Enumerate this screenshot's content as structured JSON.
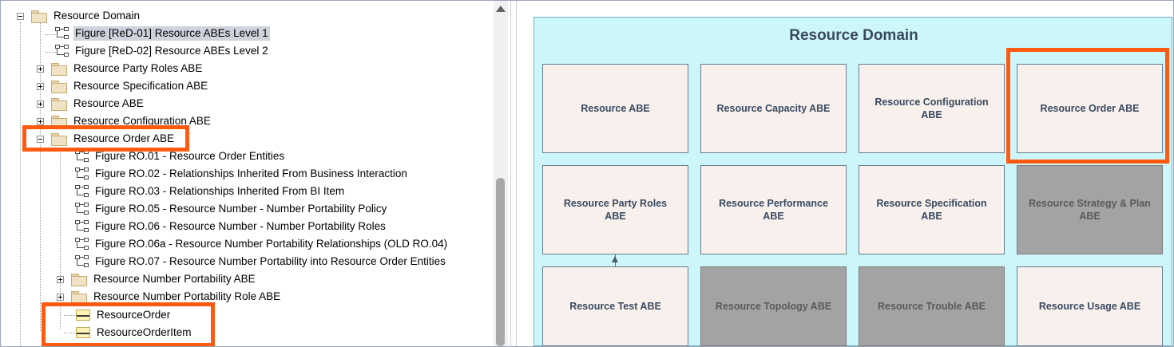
{
  "tree": {
    "nodes": [
      {
        "label": "Resource Domain",
        "type": "folder",
        "expander": "minus"
      },
      {
        "label": "Figure [ReD-01] Resource ABEs Level 1",
        "type": "diagram",
        "selected": true
      },
      {
        "label": "Figure [ReD-02] Resource ABEs Level 2",
        "type": "diagram"
      },
      {
        "label": "Resource Party Roles ABE",
        "type": "folder",
        "expander": "plus"
      },
      {
        "label": "Resource Specification ABE",
        "type": "folder",
        "expander": "plus"
      },
      {
        "label": "Resource ABE",
        "type": "folder",
        "expander": "plus"
      },
      {
        "label": "Resource Configuration ABE",
        "type": "folder",
        "expander": "plus"
      },
      {
        "label": "Resource Order ABE",
        "type": "folder",
        "expander": "minus",
        "highlighted": true
      },
      {
        "label": "Figure RO.01 - Resource Order Entities",
        "type": "diagram"
      },
      {
        "label": "Figure RO.02 - Relationships Inherited From Business Interaction",
        "type": "diagram"
      },
      {
        "label": "Figure RO.03 - Relationships Inherited From BI Item",
        "type": "diagram"
      },
      {
        "label": "Figure RO.05 - Resource Number - Number Portability Policy",
        "type": "diagram"
      },
      {
        "label": "Figure RO.06 - Resource Number - Number Portability Roles",
        "type": "diagram"
      },
      {
        "label": "Figure RO.06a - Resource Number Portability Relationships (OLD RO.04)",
        "type": "diagram"
      },
      {
        "label": "Figure RO.07 - Resource Number Portability into Resource Order Entities",
        "type": "diagram"
      },
      {
        "label": "Resource Number Portability ABE",
        "type": "folder",
        "expander": "plus"
      },
      {
        "label": "Resource Number Portability Role ABE",
        "type": "folder",
        "expander": "plus"
      },
      {
        "label": "ResourceOrder",
        "type": "class",
        "highlighted": true
      },
      {
        "label": "ResourceOrderItem",
        "type": "class",
        "highlighted": true
      }
    ]
  },
  "diagram": {
    "title": "Resource Domain",
    "boxes": [
      {
        "label": "Resource ABE",
        "style": "normal"
      },
      {
        "label": "Resource Capacity ABE",
        "style": "normal"
      },
      {
        "label": "Resource Configuration ABE",
        "style": "normal"
      },
      {
        "label": "Resource Order ABE",
        "style": "normal",
        "highlighted": true
      },
      {
        "label": "Resource Party Roles ABE",
        "style": "normal"
      },
      {
        "label": "Resource Performance ABE",
        "style": "normal"
      },
      {
        "label": "Resource Specification ABE",
        "style": "normal"
      },
      {
        "label": "Resource Strategy & Plan ABE",
        "style": "gray"
      },
      {
        "label": "Resource Test ABE",
        "style": "normal"
      },
      {
        "label": "Resource Topology ABE",
        "style": "gray"
      },
      {
        "label": "Resource Trouble ABE",
        "style": "gray"
      },
      {
        "label": "Resource Usage ABE",
        "style": "normal"
      }
    ]
  },
  "colors": {
    "highlight": "#ff5a10",
    "domain_background": "#ccf6fa",
    "box_background": "#f7f0ec",
    "box_gray": "#a3a3a3",
    "selection": "#cfd3dc"
  }
}
